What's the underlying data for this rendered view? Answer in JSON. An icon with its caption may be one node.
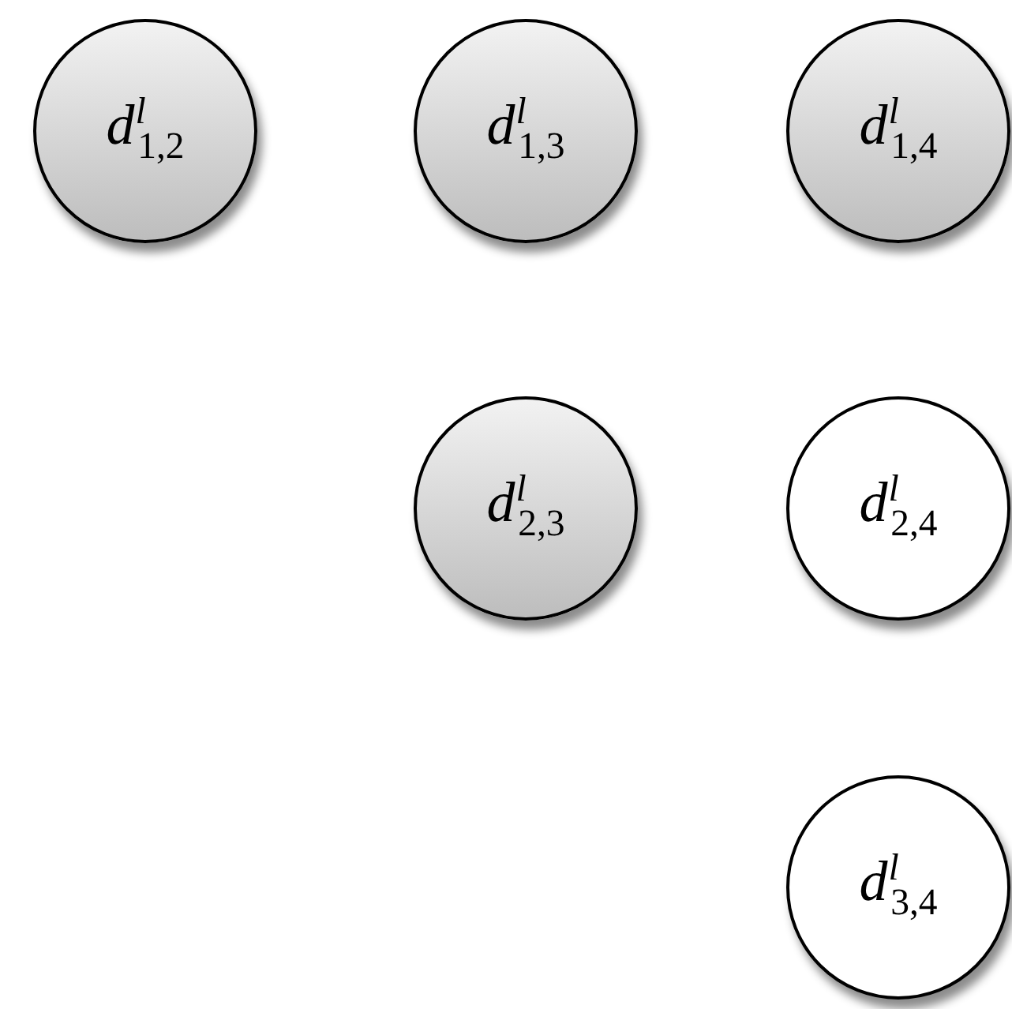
{
  "diagram": {
    "nodes": [
      {
        "text": [
          "d$^{l}$$_{1,2}$"
        ]
      },
      {
        "text": [
          "d$^{l}$$_{1,3}$"
        ]
      },
      {
        "text": [
          "d$^{l}$$_{1,4}$"
        ]
      },
      {
        "text": [
          "d$^{l}$$_{2,3}$"
        ]
      },
      {
        "text": [
          "d$^{l}$$_{2,4}$"
        ]
      },
      {
        "text": [
          "d$^{l}$$_{3,4}$"
        ]
      }
    ]
  }
}
